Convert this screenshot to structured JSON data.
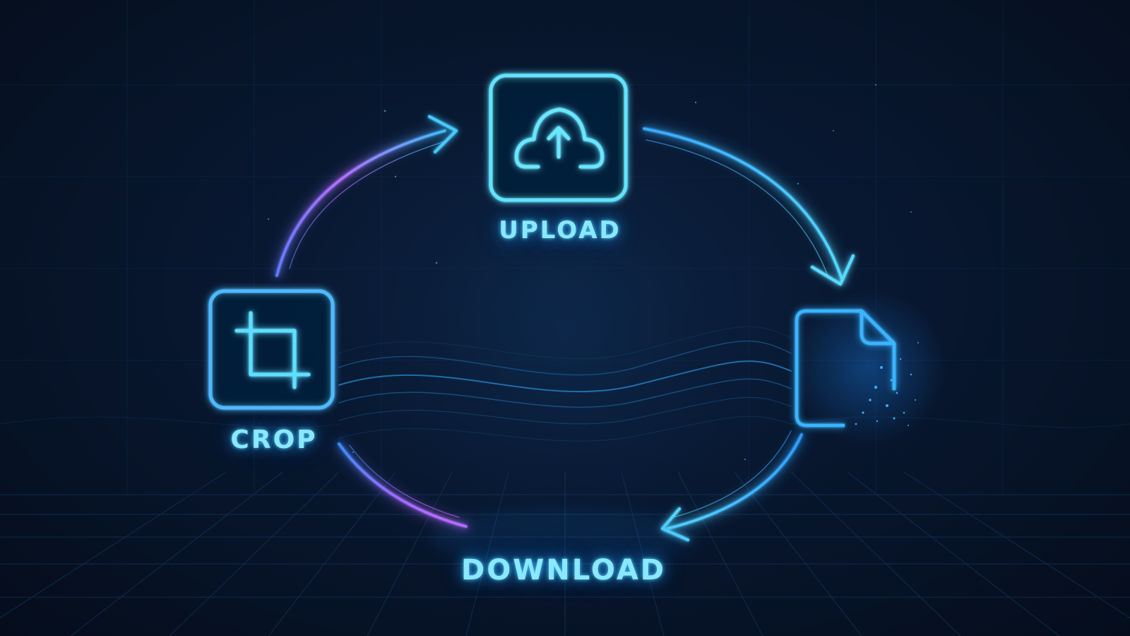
{
  "diagram": {
    "steps": [
      {
        "id": "upload",
        "label": "UPLOAD",
        "icon": "cloud-upload-icon"
      },
      {
        "id": "file",
        "label": "",
        "icon": "file-document-icon"
      },
      {
        "id": "download",
        "label": "DOWNLOAD",
        "icon": ""
      },
      {
        "id": "crop",
        "label": "CROP",
        "icon": "crop-icon"
      }
    ],
    "flow": [
      "upload",
      "file",
      "download",
      "crop",
      "upload"
    ]
  },
  "colors": {
    "background": "#06101f",
    "glow_cyan": "#5fe0ff",
    "glow_blue": "#2f9bff",
    "glow_violet": "#b06cff"
  }
}
